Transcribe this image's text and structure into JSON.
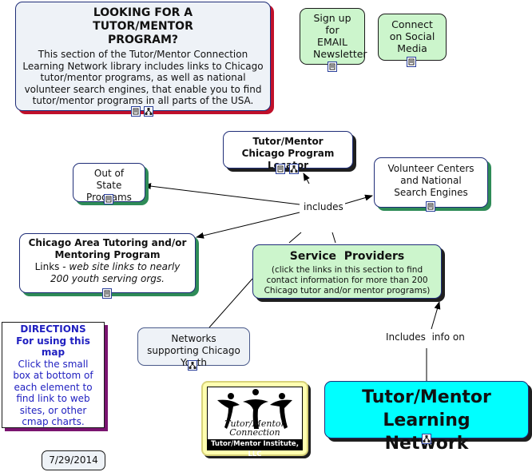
{
  "looking": {
    "title": "LOOKING FOR A TUTOR/MENTOR PROGRAM?",
    "body": "This section of the Tutor/Mentor Connection Learning Network library includes links to Chicago tutor/mentor programs, as well as national volunteer search engines, that enable you to find tutor/mentor programs in all parts of the USA."
  },
  "signup": {
    "label": "Sign up for EMAIL Newsletter"
  },
  "social": {
    "label": "Connect on Social Media"
  },
  "locator": {
    "label": "Tutor/Mentor Chicago Program Locator"
  },
  "out_of_state": {
    "label": "Out of State Programs"
  },
  "volunteer": {
    "label": "Volunteer Centers and National Search Engines"
  },
  "chicago_area": {
    "title": "Chicago Area Tutoring and/or Mentoring Program",
    "links_prefix": "Links - ",
    "links_italic": "web site links to nearly 200 youth serving orgs."
  },
  "service": {
    "title": "Service  Providers",
    "body": "(click the links in this section to find contact information for more than 200 Chicago tutor and/or mentor programs)"
  },
  "networks": {
    "label": "Networks supporting Chicago Youth"
  },
  "directions": {
    "title": "DIRECTIONS",
    "subtitle": "For using this map",
    "body": "Click the small box at bottom of each element to find link to web sites, or other cmap charts."
  },
  "logo": {
    "line1": "Tutor/Mentor",
    "line2": "Connection",
    "caption": "Tutor/Mentor Institute, LLC"
  },
  "learning": {
    "label": "Tutor/Mentor Learning Network"
  },
  "date": {
    "label": "7/29/2014"
  },
  "links": {
    "includes": "includes",
    "includes_info": "Includes  info on"
  },
  "colors": {
    "light_blue_node": "#eef2f7",
    "green_node": "#ccf5cc",
    "cyan_node": "#00ffff",
    "logo_frame": "#ffffb0",
    "directions_text": "#1f1fc0"
  }
}
